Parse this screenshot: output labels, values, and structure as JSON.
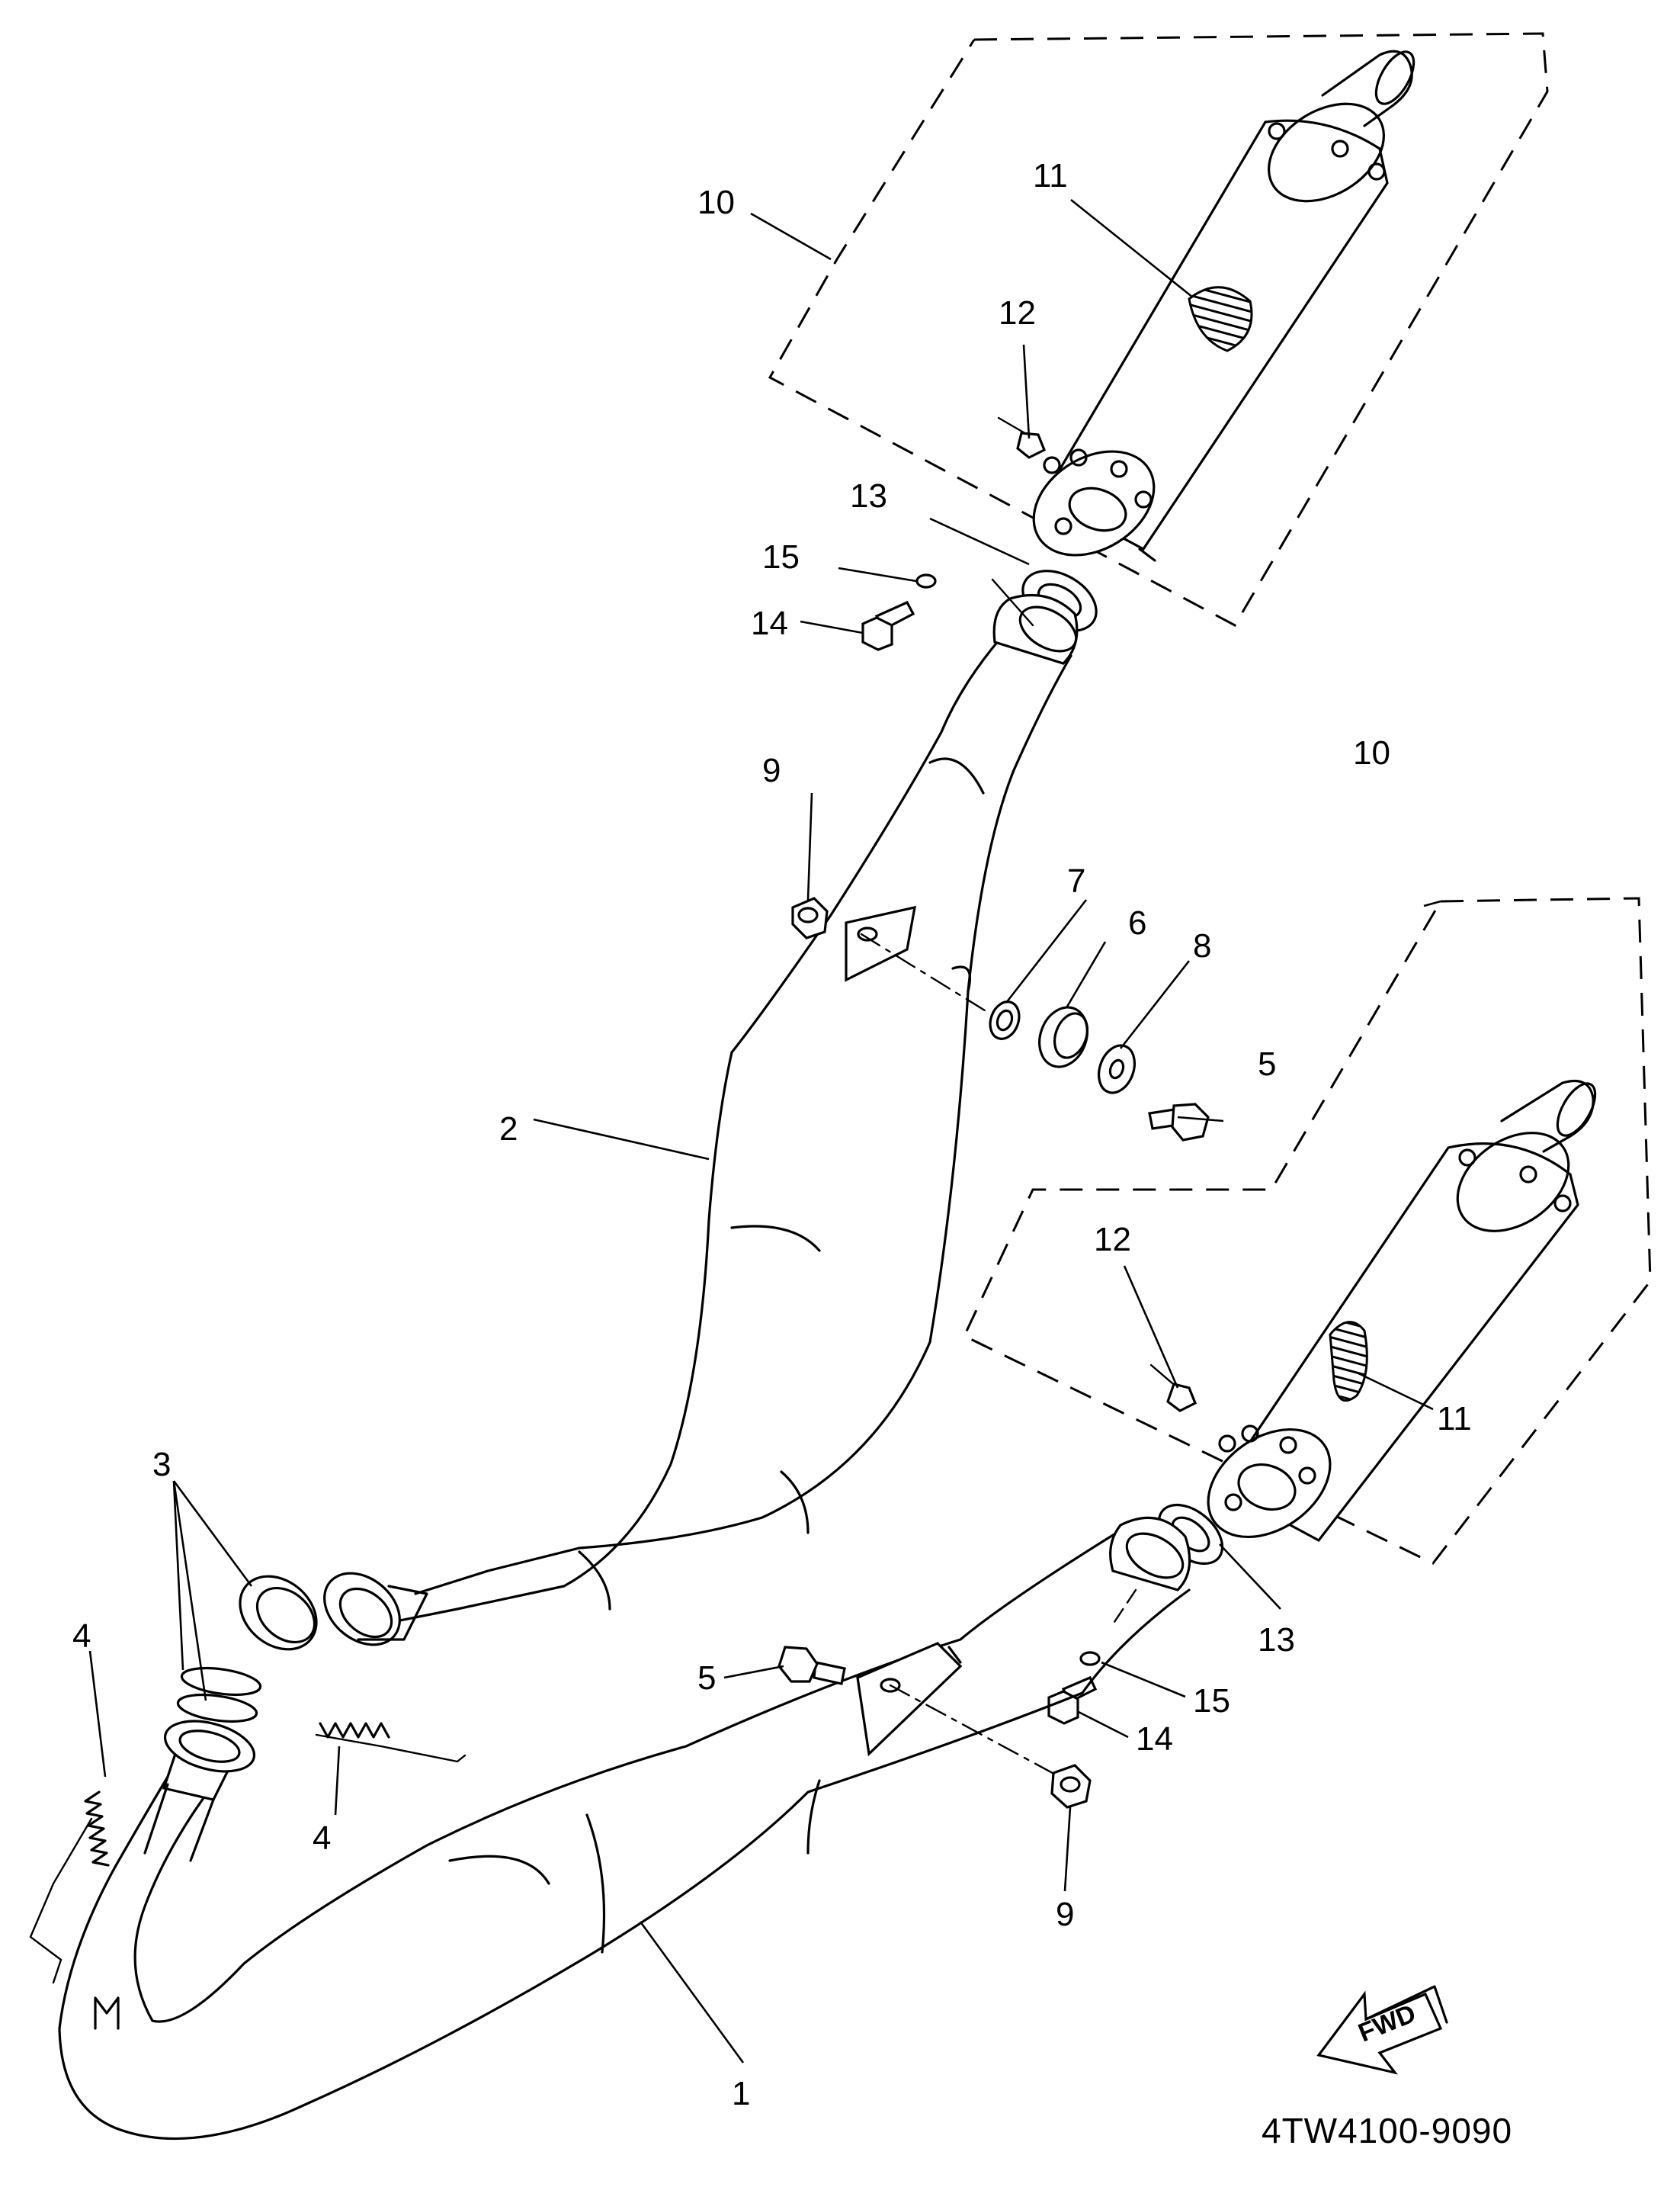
{
  "callouts": {
    "c1": "1",
    "c2": "2",
    "c3": "3",
    "c4a": "4",
    "c4b": "4",
    "c5a": "5",
    "c5b": "5",
    "c6": "6",
    "c7": "7",
    "c8": "8",
    "c9a": "9",
    "c9b": "9",
    "c10a": "10",
    "c10b": "10",
    "c11a": "11",
    "c11b": "11",
    "c12a": "12",
    "c12b": "12",
    "c13a": "13",
    "c13b": "13",
    "c14a": "14",
    "c14b": "14",
    "c15a": "15",
    "c15b": "15"
  },
  "fwd_label": "FWD",
  "diagram_code": "4TW4100-9090"
}
